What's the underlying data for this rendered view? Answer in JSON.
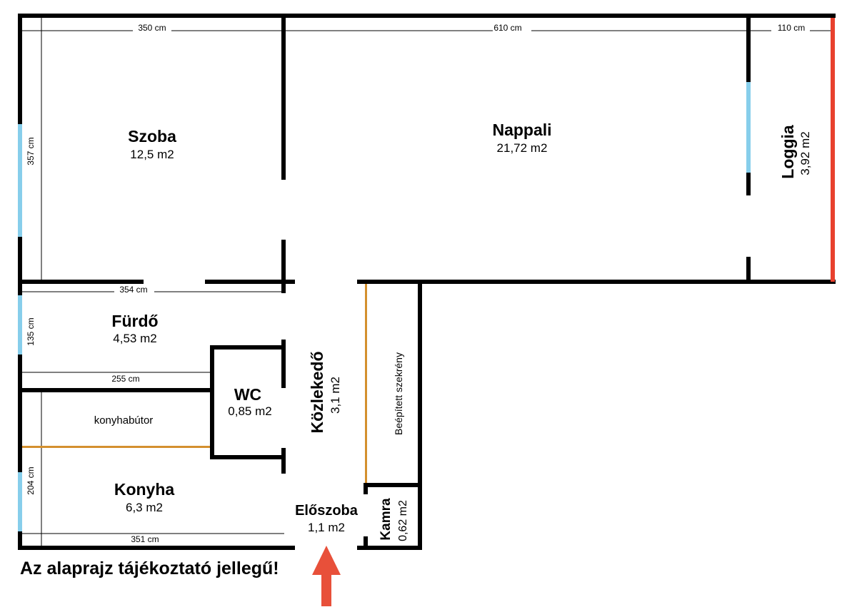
{
  "colors": {
    "wall": "#000000",
    "window": "#87ceeb",
    "railing": "#e8412e",
    "furniture": "#d4902e",
    "entry_arrow": "#e8503a"
  },
  "dimensions": {
    "szoba_width": "350 cm",
    "nappali_width": "610 cm",
    "loggia_width": "110 cm",
    "szoba_height": "357 cm",
    "furdo_width": "354 cm",
    "furdo_height": "135 cm",
    "kitchen_cabinet_width": "255 cm",
    "konyha_height": "204 cm",
    "konyha_width": "351 cm"
  },
  "rooms": {
    "szoba": {
      "name": "Szoba",
      "area": "12,5 m2"
    },
    "nappali": {
      "name": "Nappali",
      "area": "21,72 m2"
    },
    "loggia": {
      "name": "Loggia",
      "area": "3,92 m2"
    },
    "furdo": {
      "name": "Fürdő",
      "area": "4,53 m2"
    },
    "wc": {
      "name": "WC",
      "area": "0,85 m2"
    },
    "kozlekedo": {
      "name": "Közlekedő",
      "area": "3,1 m2"
    },
    "konyha": {
      "name": "Konyha",
      "area": "6,3 m2"
    },
    "eloszoba": {
      "name": "Előszoba",
      "area": "1,1 m2"
    },
    "kamra": {
      "name": "Kamra",
      "area": "0,62 m2"
    }
  },
  "labels": {
    "konyhabutor": "konyhabútor",
    "beepitett_szekreny": "Beépített szekrény"
  },
  "note": "Az alaprajz tájékoztató jellegű!"
}
